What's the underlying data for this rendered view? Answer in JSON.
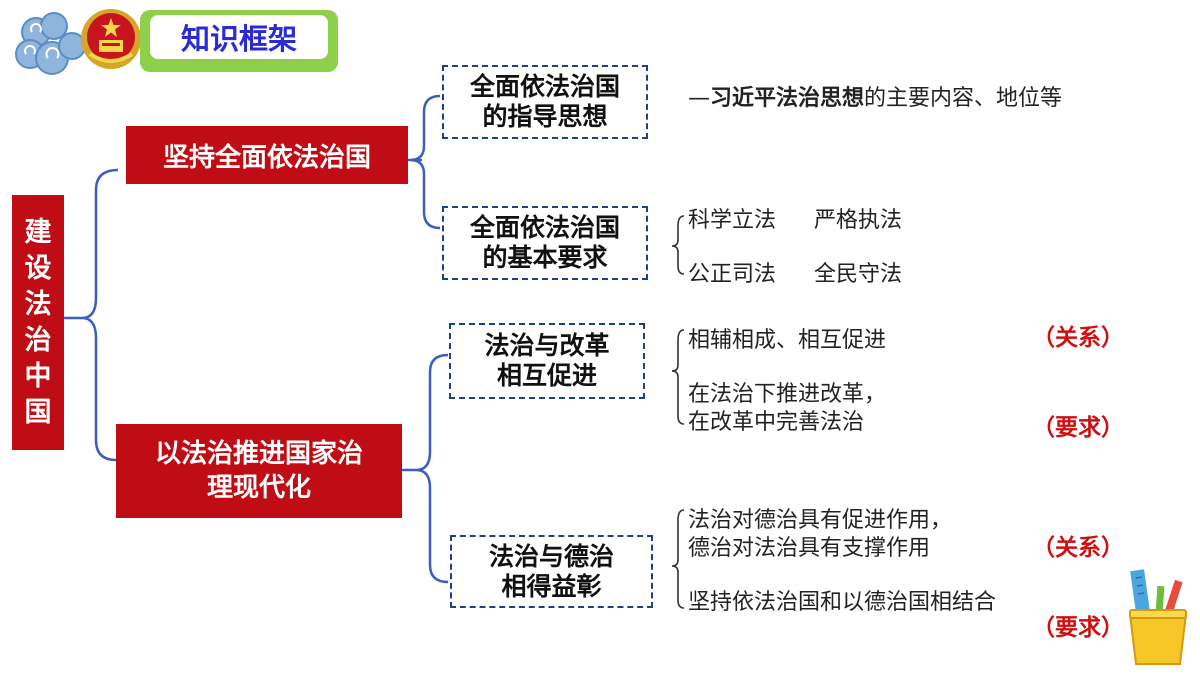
{
  "header": {
    "title": "知识框架"
  },
  "root": {
    "chars": [
      "建",
      "设",
      "法",
      "治",
      "中",
      "国"
    ]
  },
  "branches": [
    {
      "label": "坚持全面依法治国"
    },
    {
      "line1": "以法治推进国家治",
      "line2": "理现代化"
    }
  ],
  "sub": [
    {
      "line1": "全面依法治国",
      "line2": "的指导思想"
    },
    {
      "line1": "全面依法治国",
      "line2": "的基本要求"
    },
    {
      "line1": "法治与改革",
      "line2": "相互促进"
    },
    {
      "line1": "法治与德治",
      "line2": "相得益彰"
    }
  ],
  "details": {
    "guiding": {
      "dash": "—",
      "bold": "习近平法治思想",
      "rest": "的主要内容、地位等"
    },
    "requirements": [
      "科学立法",
      "严格执法",
      "公正司法",
      "全民守法"
    ],
    "reform": {
      "relation": "相辅相成、相互促进",
      "req_line1": "在法治下推进改革，",
      "req_line2": "在改革中完善法治"
    },
    "morality": {
      "rel_line1": "法治对德治具有促进作用，",
      "rel_line2": "德治对法治具有支撑作用",
      "requirement": "坚持依法治国和以德治国相结合"
    }
  },
  "tags": {
    "relation": "（关系）",
    "requirement": "（要求）"
  },
  "icons": [
    "cloud-icon",
    "national-emblem-icon",
    "pencil-cup-icon"
  ],
  "colors": {
    "accent_red": "#c00d15",
    "title_green": "#8fd04a",
    "title_blue": "#2b2bd6",
    "line_blue": "#3a5fbf",
    "dash_blue": "#1f3f8a",
    "tag_red": "#d01010"
  }
}
